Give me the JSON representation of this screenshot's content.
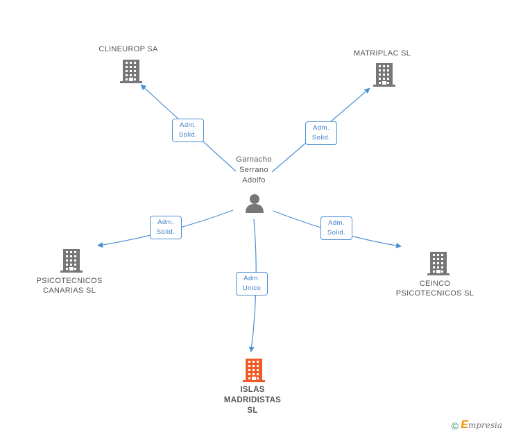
{
  "person": {
    "name": "Garnacho\nSerrano\nAdolfo",
    "icon": "person-icon"
  },
  "companies": [
    {
      "id": "clineurop",
      "name": "CLINEUROP SA",
      "icon": "building-icon",
      "color": "#777777"
    },
    {
      "id": "matriplac",
      "name": "MATRIPLAC SL",
      "icon": "building-icon",
      "color": "#777777"
    },
    {
      "id": "psicotecnicos-canarias",
      "name": "PSICOTECNICOS\nCANARIAS SL",
      "icon": "building-icon",
      "color": "#777777"
    },
    {
      "id": "ceinco",
      "name": "CEINCO\nPSICOTECNICOS SL",
      "icon": "building-icon",
      "color": "#777777"
    },
    {
      "id": "islas-madridistas",
      "name": "ISLAS\nMADRIDISTAS\nSL",
      "icon": "building-icon",
      "color": "#f05a2a",
      "main": true
    }
  ],
  "relations": [
    {
      "to": "clineurop",
      "label": "Adm.\nSolid."
    },
    {
      "to": "matriplac",
      "label": "Adm.\nSolid."
    },
    {
      "to": "psicotecnicos-canarias",
      "label": "Adm.\nSolid."
    },
    {
      "to": "ceinco",
      "label": "Adm.\nSolid."
    },
    {
      "to": "islas-madridistas",
      "label": "Adm.\nUnico"
    }
  ],
  "colors": {
    "edge": "#4a8fd6",
    "label_text": "#3c7cc4",
    "node_text": "#555555"
  },
  "footer": {
    "copyright": "©",
    "brand_initial": "E",
    "brand_rest": "mpresia"
  }
}
